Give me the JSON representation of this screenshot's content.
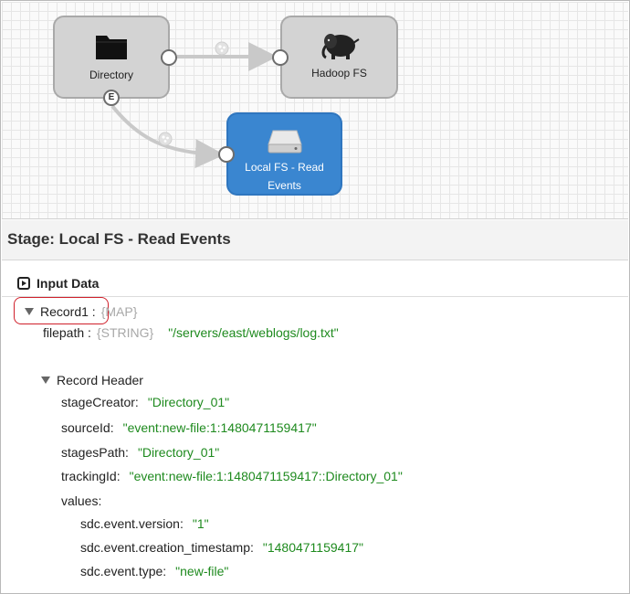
{
  "pipeline": {
    "nodes": {
      "directory": {
        "label": "Directory",
        "icon": "folder-icon"
      },
      "hadoop": {
        "label": "Hadoop FS",
        "icon": "hadoop-elephant-icon"
      },
      "local_fs": {
        "label_line1": "Local FS - Read",
        "label_line2": "Events",
        "icon": "hard-drive-icon"
      }
    },
    "event_port_label": "E",
    "link_icon": "data-flow-icon"
  },
  "stage_header": {
    "title": "Stage: Local FS - Read Events"
  },
  "preview": {
    "section_title": "Input Data",
    "record": {
      "key": "Record1 :",
      "type": "{MAP}"
    },
    "filepath": {
      "key": "filepath :",
      "type": "{STRING}",
      "value": "\"/servers/east/weblogs/log.txt\""
    },
    "record_header": {
      "label": "Record Header",
      "stageCreator": {
        "key": "stageCreator:",
        "value": "\"Directory_01\""
      },
      "sourceId": {
        "key": "sourceId:",
        "value": "\"event:new-file:1:1480471159417\""
      },
      "stagesPath": {
        "key": "stagesPath:",
        "value": "\"Directory_01\""
      },
      "trackingId": {
        "key": "trackingId:",
        "value": "\"event:new-file:1:1480471159417::Directory_01\""
      },
      "values_label": "values:",
      "values": {
        "version": {
          "key": "sdc.event.version:",
          "value": "\"1\""
        },
        "creation_timestamp": {
          "key": "sdc.event.creation_timestamp:",
          "value": "\"1480471159417\""
        },
        "type": {
          "key": "sdc.event.type:",
          "value": "\"new-file\""
        }
      }
    }
  },
  "colors": {
    "selected_stage": "#3a86d0",
    "value_text": "#1e8a1e",
    "type_text": "#a8a8a8",
    "highlight_outline": "#d0202b"
  }
}
